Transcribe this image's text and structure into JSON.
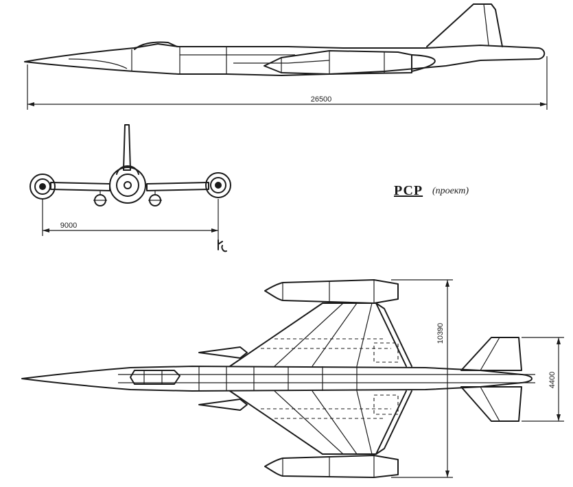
{
  "drawing": {
    "title": "РСР",
    "subtitle": "(проект)",
    "dimensions": {
      "length": "26500",
      "span": "9000",
      "tail_span": "4400",
      "wing_span": "10390"
    }
  }
}
